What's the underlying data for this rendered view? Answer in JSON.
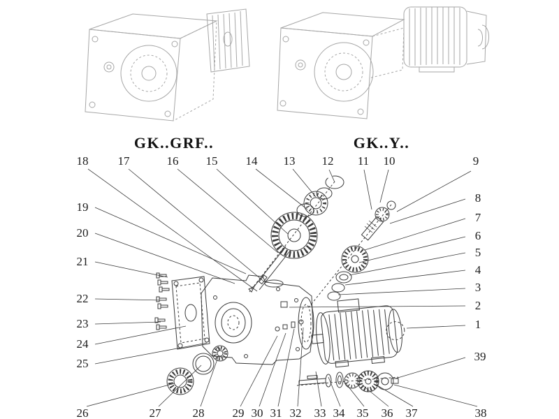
{
  "titles": {
    "left": "GK..GRF..",
    "right": "GK..Y.."
  },
  "callouts": [
    "18",
    "17",
    "16",
    "15",
    "14",
    "13",
    "12",
    "11",
    "10",
    "9",
    "8",
    "7",
    "6",
    "5",
    "4",
    "3",
    "2",
    "1",
    "39",
    "19",
    "20",
    "21",
    "22",
    "23",
    "24",
    "25",
    "26",
    "27",
    "28",
    "29",
    "30",
    "31",
    "32",
    "33",
    "34",
    "35",
    "36",
    "37",
    "38"
  ]
}
